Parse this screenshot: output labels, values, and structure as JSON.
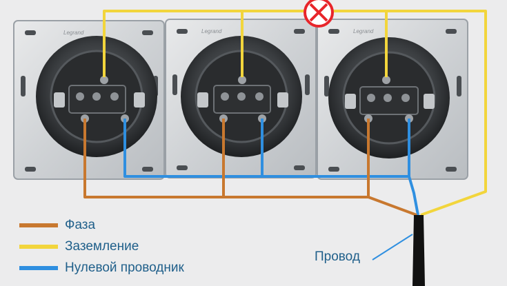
{
  "legend": [
    {
      "label": "Фаза",
      "color": "#c8782f"
    },
    {
      "label": "Заземление",
      "color": "#f2d53c"
    },
    {
      "label": "Нулевой проводник",
      "color": "#2f8fe0"
    }
  ],
  "wire_label": "Провод",
  "outlets": [
    {
      "brand": "Legrand"
    },
    {
      "brand": "Legrand"
    },
    {
      "brand": "Legrand"
    }
  ],
  "colors": {
    "phase": "#c8782f",
    "ground": "#f2d53c",
    "neutral": "#2f8fe0",
    "cable": "#111111",
    "forbidden": "#e8252a",
    "label": "#1f5f8a"
  },
  "icons": [
    "forbidden-x-icon"
  ]
}
